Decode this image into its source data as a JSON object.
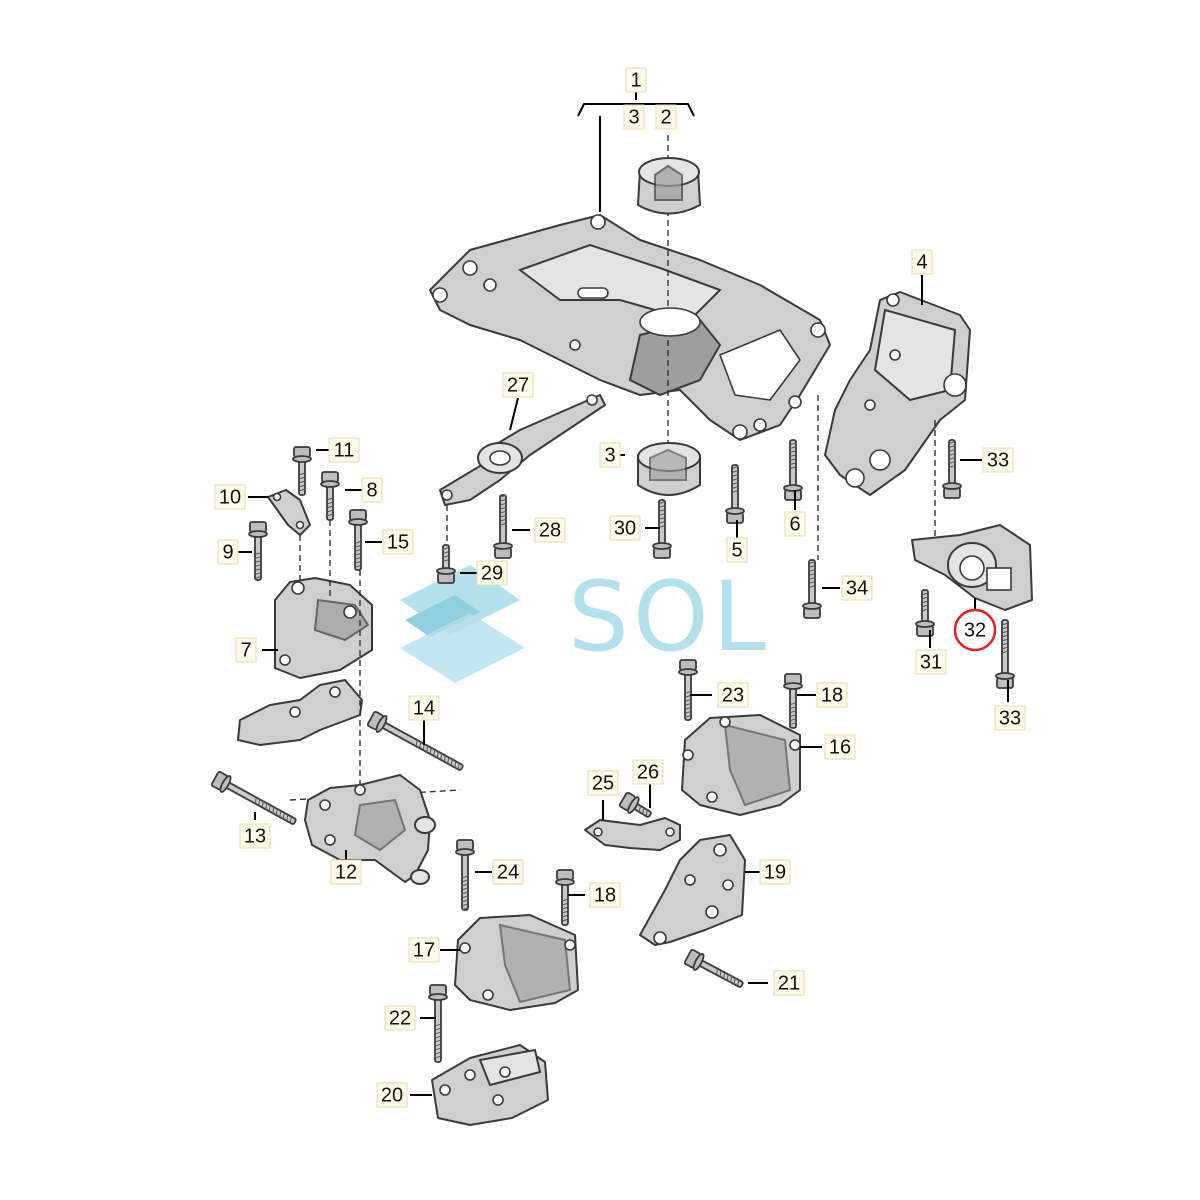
{
  "diagram": {
    "labels": {
      "l1": "1",
      "l2": "2",
      "l3a": "3",
      "l3b": "3",
      "l4": "4",
      "l5": "5",
      "l6": "6",
      "l7": "7",
      "l8": "8",
      "l9": "9",
      "l10": "10",
      "l11": "11",
      "l12": "12",
      "l13": "13",
      "l14": "14",
      "l15": "15",
      "l16": "16",
      "l17": "17",
      "l18a": "18",
      "l18b": "18",
      "l19": "19",
      "l20": "20",
      "l21": "21",
      "l22": "22",
      "l23": "23",
      "l24": "24",
      "l25": "25",
      "l26": "26",
      "l27": "27",
      "l28": "28",
      "l29": "29",
      "l30": "30",
      "l31": "31",
      "l32": "32",
      "l33a": "33",
      "l33b": "33",
      "l34": "34"
    },
    "highlight_label": "32",
    "watermark": "SOL",
    "colors": {
      "highlight": "#e02020",
      "watermark": "#a8dbe8",
      "label_bg": "#fffbea"
    }
  }
}
